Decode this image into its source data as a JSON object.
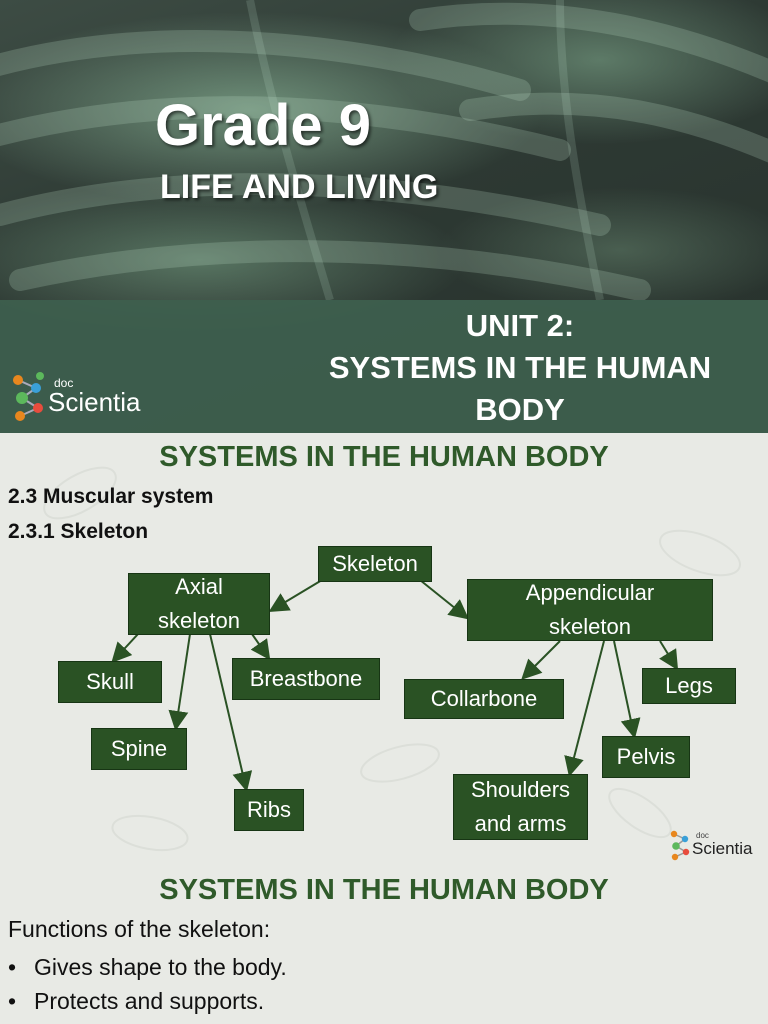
{
  "cover": {
    "grade": "Grade 9",
    "subject": "LIFE AND LIVING",
    "unit_lines": [
      "UNIT 2:",
      "SYSTEMS IN THE HUMAN",
      "BODY"
    ],
    "logo": {
      "prefix": "doc",
      "name": "Scientia"
    }
  },
  "slide_skeleton": {
    "heading": "SYSTEMS IN THE HUMAN BODY",
    "subheading_1": "2.3  Muscular system",
    "subheading_2": "2.3.1  Skeleton",
    "diagram": {
      "root": "Skeleton",
      "axial": [
        "Axial",
        "skeleton"
      ],
      "appendicular": [
        "Appendicular",
        "skeleton"
      ],
      "axial_parts": {
        "skull": "Skull",
        "spine": "Spine",
        "ribs": "Ribs",
        "breastbone": "Breastbone"
      },
      "appendicular_parts": {
        "collarbone": "Collarbone",
        "shoulders": [
          "Shoulders",
          "and arms"
        ],
        "pelvis": "Pelvis",
        "legs": "Legs"
      }
    },
    "logo": {
      "prefix": "doc",
      "name": "Scientia"
    }
  },
  "slide_functions": {
    "heading": "SYSTEMS IN THE HUMAN BODY",
    "intro": "Functions of the skeleton:",
    "bullets": [
      "Gives shape to the body.",
      "Protects and supports."
    ]
  },
  "colors": {
    "node_fill": "#2a5224",
    "heading_green": "#2f5a2a",
    "unit_band": "#3e604e"
  }
}
